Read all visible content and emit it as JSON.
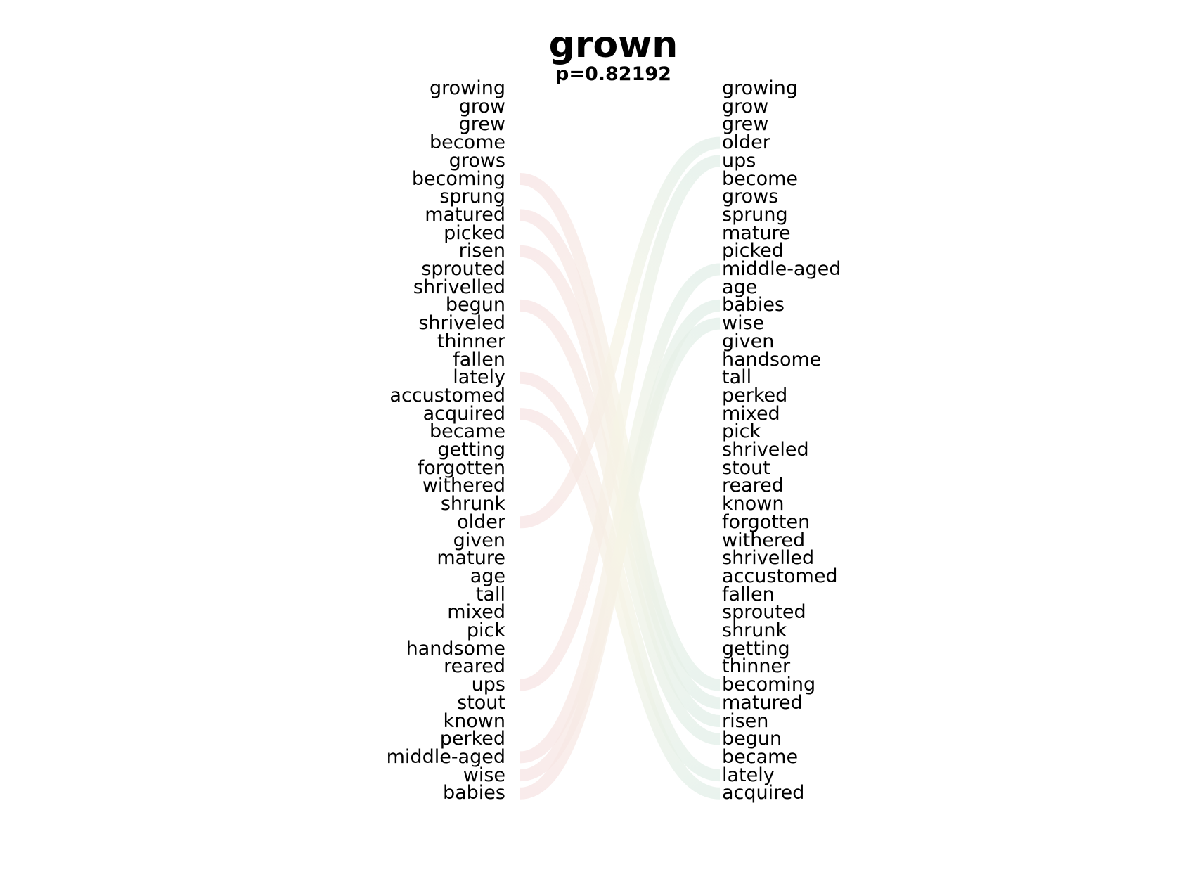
{
  "title": "grown",
  "subtitle": "p=0.82192",
  "left_words": [
    "growing",
    "grow",
    "grew",
    "become",
    "grows",
    "becoming",
    "sprung",
    "matured",
    "picked",
    "risen",
    "sprouted",
    "shrivelled",
    "begun",
    "shriveled",
    "thinner",
    "fallen",
    "lately",
    "accustomed",
    "acquired",
    "became",
    "getting",
    "forgotten",
    "withered",
    "shrunk",
    "older",
    "given",
    "mature",
    "age",
    "tall",
    "mixed",
    "pick",
    "handsome",
    "reared",
    "ups",
    "stout",
    "known",
    "perked",
    "middle-aged",
    "wise",
    "babies"
  ],
  "right_words": [
    "growing",
    "grow",
    "grew",
    "older",
    "ups",
    "become",
    "grows",
    "sprung",
    "mature",
    "picked",
    "middle-aged",
    "age",
    "babies",
    "wise",
    "given",
    "handsome",
    "tall",
    "perked",
    "mixed",
    "pick",
    "shriveled",
    "stout",
    "reared",
    "known",
    "forgotten",
    "withered",
    "shrivelled",
    "accustomed",
    "fallen",
    "sprouted",
    "shrunk",
    "getting",
    "thinner",
    "becoming",
    "matured",
    "risen",
    "begun",
    "became",
    "lately",
    "acquired"
  ],
  "links": [
    {
      "from": "becoming",
      "to": "becoming"
    },
    {
      "from": "matured",
      "to": "matured"
    },
    {
      "from": "risen",
      "to": "risen"
    },
    {
      "from": "begun",
      "to": "begun"
    },
    {
      "from": "lately",
      "to": "lately"
    },
    {
      "from": "acquired",
      "to": "acquired"
    },
    {
      "from": "older",
      "to": "older"
    },
    {
      "from": "ups",
      "to": "ups"
    },
    {
      "from": "middle-aged",
      "to": "middle-aged"
    },
    {
      "from": "wise",
      "to": "wise"
    },
    {
      "from": "babies",
      "to": "babies"
    }
  ],
  "colors": {
    "text": "#000000",
    "left_link": "#f7e4e4",
    "right_link": "#e2efe8",
    "mid_link": "#f6f4e6"
  }
}
